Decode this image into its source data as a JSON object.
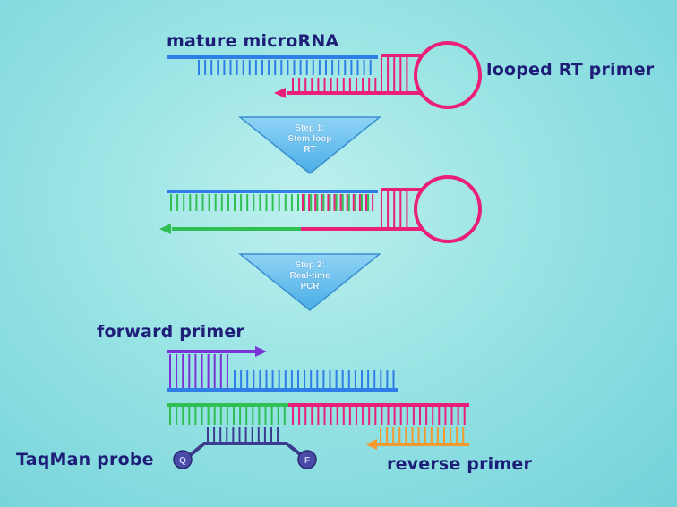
{
  "labels": {
    "mature_microrna": "mature microRNA",
    "looped_rt_primer": "looped RT primer",
    "forward_primer": "forward primer",
    "taqman_probe": "TaqMan  probe",
    "reverse_primer": "reverse primer"
  },
  "steps": [
    {
      "lines": [
        "Step 1:",
        "Stem-loop",
        "RT"
      ]
    },
    {
      "lines": [
        "Step 2:",
        "Real-time",
        "PCR"
      ]
    }
  ],
  "probe": {
    "quencher_letter": "Q",
    "fluor_letter": "F"
  },
  "colors": {
    "microrna": "#2f7de6",
    "rt_primer": "#ea1f78",
    "cdna": "#2fbf52",
    "forward_primer": "#7a34d6",
    "reverse_primer": "#f59a2a",
    "probe": "#3b3b8f",
    "step_arrow": "#4aaee6",
    "label_text": "#1e1e78"
  }
}
